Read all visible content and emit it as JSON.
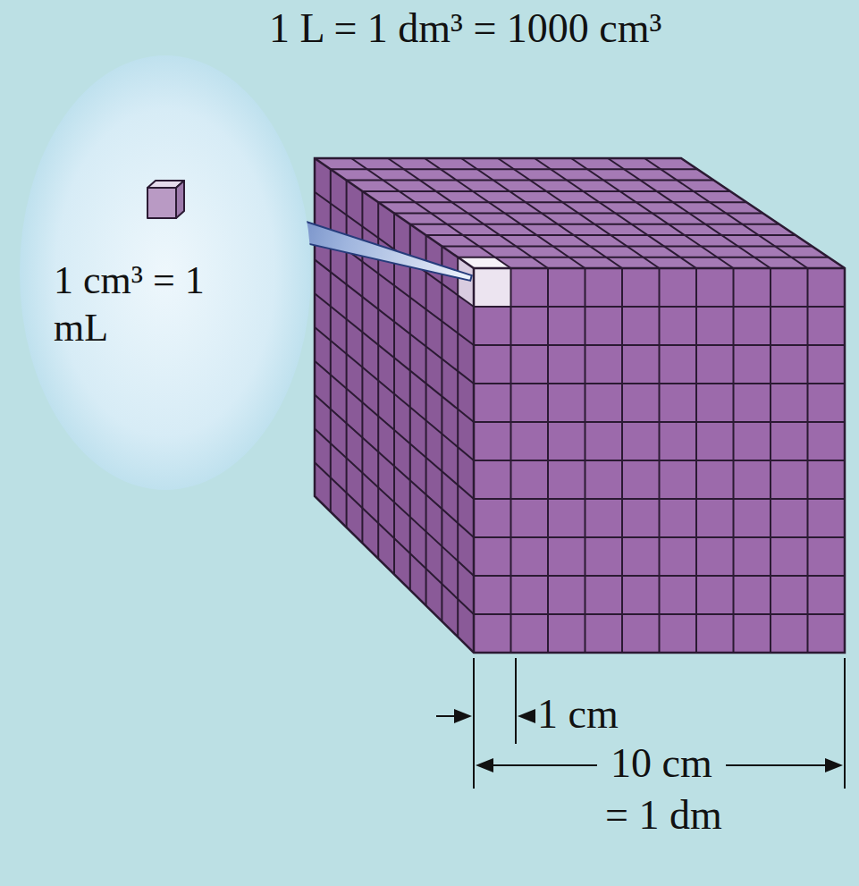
{
  "diagram": {
    "title": "1 L = 1 dm³ = 1000 cm³",
    "nodes": [
      {
        "text": [
          "1 cm³ = 1 mL"
        ]
      }
    ],
    "labels": [
      "1 cm",
      "10 cm",
      "= 1 dm"
    ]
  }
}
